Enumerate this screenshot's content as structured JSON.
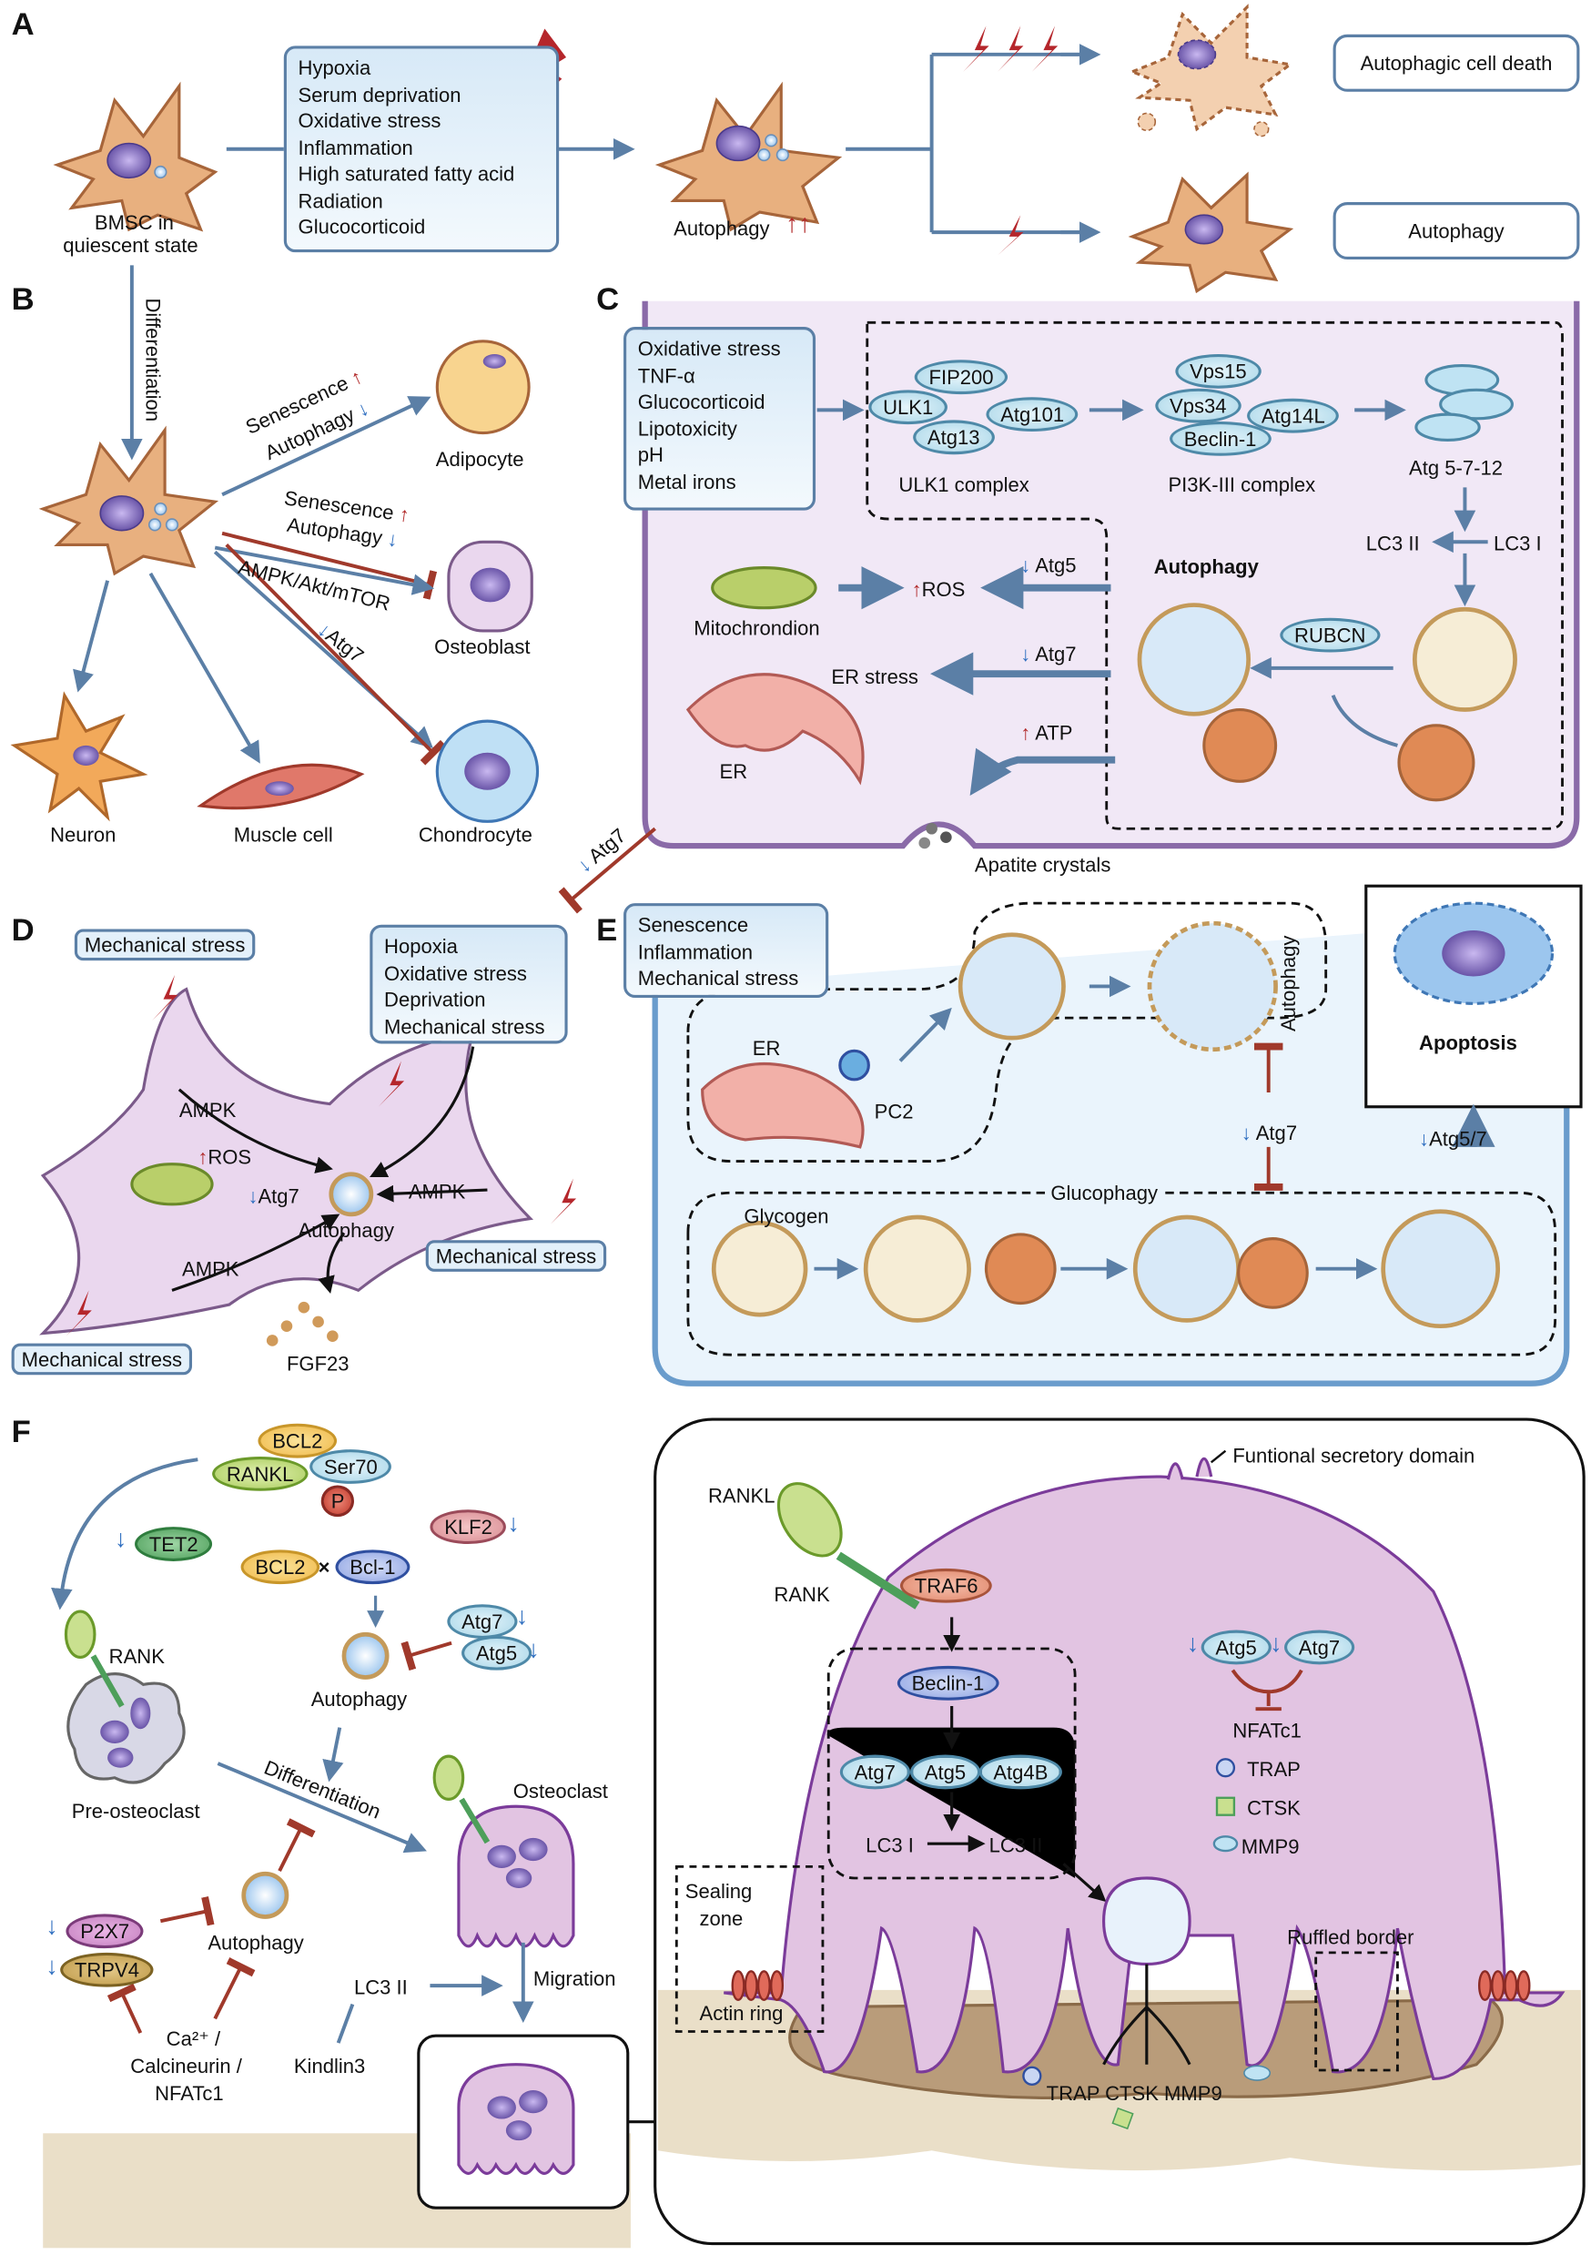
{
  "panel_a": {
    "label": "A",
    "stressors": [
      "Hypoxia",
      "Serum deprivation",
      "Oxidative stress",
      "Inflammation",
      "High saturated fatty acid",
      "Radiation",
      "Glucocorticoid"
    ],
    "bmsc_line1": "BMSC in",
    "bmsc_line2": "quiescent state",
    "autophagy": "Autophagy",
    "autophagy_arrows": "↑↑",
    "outcome_death": "Autophagic cell death",
    "outcome_autophagy": "Autophagy"
  },
  "panel_b": {
    "label": "B",
    "differentiation": "Differentiation",
    "adipo_senescence": "Senescence",
    "adipo_autophagy": "Autophagy",
    "adipocyte": "Adipocyte",
    "osteo_senescence": "Senescence",
    "osteo_autophagy": "Autophagy",
    "osteoblast": "Osteoblast",
    "pathway": "AMPK/Akt/mTOR",
    "atg7": "Atg7",
    "neuron": "Neuron",
    "muscle_cell": "Muscle cell",
    "chondrocyte": "Chondrocyte",
    "up_arrow": "↑",
    "down_arrow": "↓"
  },
  "panel_c": {
    "label": "C",
    "stressors": [
      "Oxidative stress",
      "TNF-α",
      "Glucocorticoid",
      "Lipotoxicity",
      "pH",
      "Metal irons"
    ],
    "fip200": "FIP200",
    "ulk1": "ULK1",
    "atg101": "Atg101",
    "atg13": "Atg13",
    "ulk1_complex": "ULK1 complex",
    "vps15": "Vps15",
    "vps34": "Vps34",
    "atg14l": "Atg14L",
    "beclin1": "Beclin-1",
    "pi3k_complex": "PI3K-III complex",
    "atg5712": "Atg 5-7-12",
    "lc3ii": "LC3 II",
    "lc3i": "LC3 I",
    "autophagy": "Autophagy",
    "atg5": "Atg5",
    "ros": "ROS",
    "mitochondrion": "Mitochrondion",
    "atg7": "Atg7",
    "er_stress": "ER stress",
    "rubcn": "RUBCN",
    "atp": "ATP",
    "er": "ER",
    "apatite": "Apatite crystals",
    "link_atg7": "Atg7"
  },
  "panel_d": {
    "label": "D",
    "mech_top": "Mechanical stress",
    "stressors": [
      "Hopoxia",
      "Oxidative stress",
      "Deprivation",
      "Mechanical stress"
    ],
    "ampk1": "AMPK",
    "ros": "ROS",
    "atg7": "Atg7",
    "ampk2": "AMPK",
    "autophagy": "Autophagy",
    "ampk3": "AMPK",
    "mech_right": "Mechanical stress",
    "mech_bottom": "Mechanical stress",
    "fgf23": "FGF23"
  },
  "panel_e": {
    "label": "E",
    "stressors": [
      "Senescence",
      "Inflammation",
      "Mechanical stress"
    ],
    "er": "ER",
    "pc2": "PC2",
    "autophagy": "Autophagy",
    "apoptosis": "Apoptosis",
    "atg57": "Atg5/7",
    "atg7": "Atg7",
    "glucophagy": "Glucophagy",
    "glycogen": "Glycogen"
  },
  "panel_f": {
    "label": "F",
    "bcl2_top": "BCL2",
    "rankl": "RANKL",
    "ser70": "Ser70",
    "p": "P",
    "klf2": "KLF2",
    "tet2": "TET2",
    "bcl2": "BCL2",
    "times": "×",
    "bcl1": "Bcl-1",
    "atg7": "Atg7",
    "atg5": "Atg5",
    "autophagy1": "Autophagy",
    "rank": "RANK",
    "pre_osteoclast": "Pre-osteoclast",
    "differentiation": "Differentiation",
    "osteoclast": "Osteoclast",
    "p2x7": "P2X7",
    "trpv4": "TRPV4",
    "autophagy2": "Autophagy",
    "lc3ii": "LC3 II",
    "migration": "Migration",
    "ca_line1": "Ca²⁺ /",
    "ca_line2": "Calcineurin /",
    "ca_line3": "NFATc1",
    "kindlin3": "Kindlin3",
    "detail": {
      "secretory_domain": "Funtional secretory domain",
      "rankl": "RANKL",
      "rank": "RANK",
      "traf6": "TRAF6",
      "beclin1": "Beclin-1",
      "atg7": "Atg7",
      "atg5": "Atg5",
      "atg4b": "Atg4B",
      "lc3i": "LC3 I",
      "lc3ii": "LC3 II",
      "inh_atg5": "Atg5",
      "inh_atg7": "Atg7",
      "nfatc1": "NFATc1",
      "trap": "TRAP",
      "ctsk": "CTSK",
      "mmp9": "MMP9",
      "sealing1": "Sealing",
      "sealing2": "zone",
      "actin_ring": "Actin ring",
      "ruffled_border": "Ruffled border",
      "secreted": "TRAP CTSK MMP9"
    }
  },
  "colors": {
    "arrow": "#5b7fa6",
    "inhibit": "#a0392b",
    "up": "#b22a2a",
    "down": "#2f6fc0",
    "cell": "#e8b07f",
    "nucleus": "#7c63b8",
    "osteoclast": "#e2c4e2"
  }
}
